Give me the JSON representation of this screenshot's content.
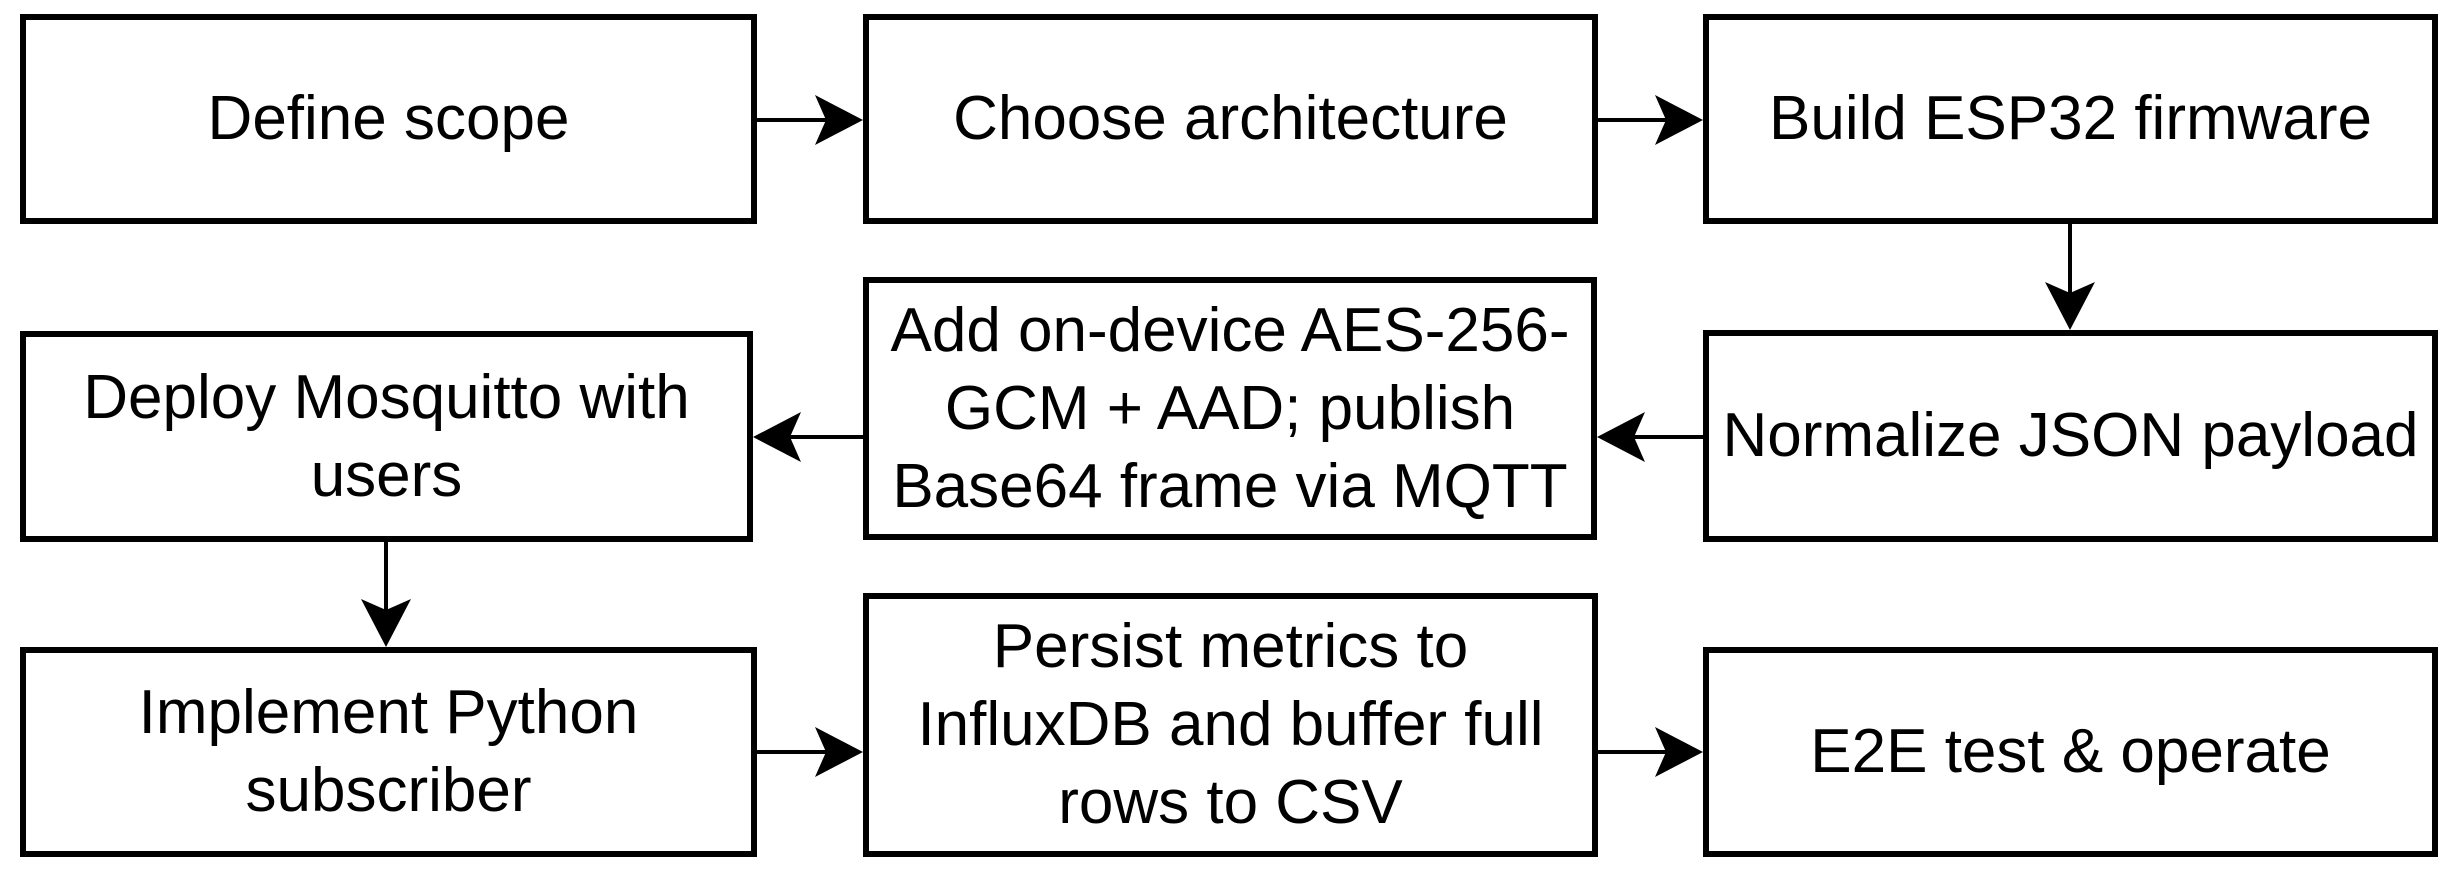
{
  "diagram": {
    "type": "flowchart",
    "background_color": "#ffffff",
    "node_border_color": "#000000",
    "node_fill_color": "#ffffff",
    "text_color": "#000000",
    "arrow_color": "#000000",
    "nodes": [
      {
        "id": "define-scope",
        "label": "Define scope"
      },
      {
        "id": "choose-architecture",
        "label": "Choose architecture"
      },
      {
        "id": "build-esp32-firmware",
        "label": "Build ESP32 firmware"
      },
      {
        "id": "add-encryption-publish-mqtt",
        "label": "Add on-device AES-256-\nGCM + AAD; publish\nBase64 frame via MQTT"
      },
      {
        "id": "normalize-json-payload",
        "label": "Normalize JSON payload"
      },
      {
        "id": "deploy-mosquitto-with-users",
        "label": "Deploy Mosquitto with\nusers"
      },
      {
        "id": "implement-python-subscriber",
        "label": "Implement Python\nsubscriber"
      },
      {
        "id": "persist-metrics-influxdb-csv",
        "label": "Persist metrics to\nInfluxDB and buffer full\nrows to CSV"
      },
      {
        "id": "e2e-test-operate",
        "label": "E2E test & operate"
      }
    ],
    "edges": [
      {
        "from": "define-scope",
        "to": "choose-architecture",
        "direction": "right"
      },
      {
        "from": "choose-architecture",
        "to": "build-esp32-firmware",
        "direction": "right"
      },
      {
        "from": "build-esp32-firmware",
        "to": "normalize-json-payload",
        "direction": "down"
      },
      {
        "from": "normalize-json-payload",
        "to": "add-encryption-publish-mqtt",
        "direction": "left"
      },
      {
        "from": "add-encryption-publish-mqtt",
        "to": "deploy-mosquitto-with-users",
        "direction": "left"
      },
      {
        "from": "deploy-mosquitto-with-users",
        "to": "implement-python-subscriber",
        "direction": "down"
      },
      {
        "from": "implement-python-subscriber",
        "to": "persist-metrics-influxdb-csv",
        "direction": "right"
      },
      {
        "from": "persist-metrics-influxdb-csv",
        "to": "e2e-test-operate",
        "direction": "right"
      }
    ]
  }
}
